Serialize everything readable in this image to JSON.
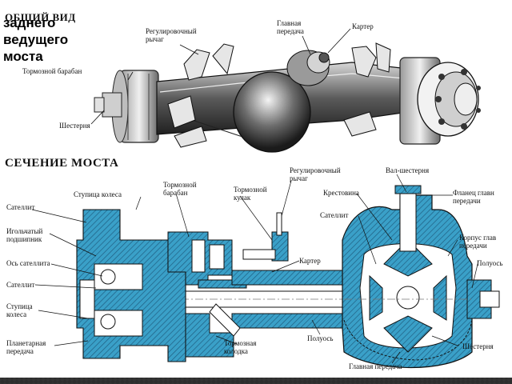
{
  "top": {
    "heading": "ОБЩИЙ ВИД",
    "overlay_title": "заднего\nведущего\nмоста",
    "labels": {
      "adjust_lever": "Регулировочный\nрычаг",
      "main_gear": "Главная\nпередача",
      "housing": "Картер",
      "brake_drum": "Тормозной барабан",
      "gear": "Шестерня"
    }
  },
  "section": {
    "heading": "СЕЧЕНИЕ МОСТА",
    "labels": {
      "satellite_left": "Сателлит",
      "needle_bearing": "Игольчатый\nподшипник",
      "satellite_axle": "Ось сателлита",
      "satellite_left2": "Сателлит",
      "wheel_hub_left": "Ступица\nколеса",
      "planetary_gear": "Планетарная\nпередача",
      "wheel_hub_top": "Ступица колеса",
      "brake_drum": "Тормозной\nбарабан",
      "brake_cam": "Тормозной\nкулак",
      "adjust_lever": "Регулировочный\nрычаг",
      "shaft_gear": "Вал-шестерня",
      "crosspiece": "Крестовина",
      "satellite_right": "Сателлит",
      "flange": "Фланец главн\nпередачи",
      "diff_case": "Корпус глав\nпередачи",
      "half_shaft_right": "Полуось",
      "housing": "Картер",
      "brake_shoe": "Тормозная\nколодка",
      "half_shaft_bottom": "Полуось",
      "gear_right": "Шестерня",
      "main_gear": "Главная передача"
    }
  },
  "colors": {
    "section_fill": "#3aa0c8",
    "section_dark": "#1f6f96",
    "ink": "#111111",
    "steel": "#8f8f8f"
  }
}
